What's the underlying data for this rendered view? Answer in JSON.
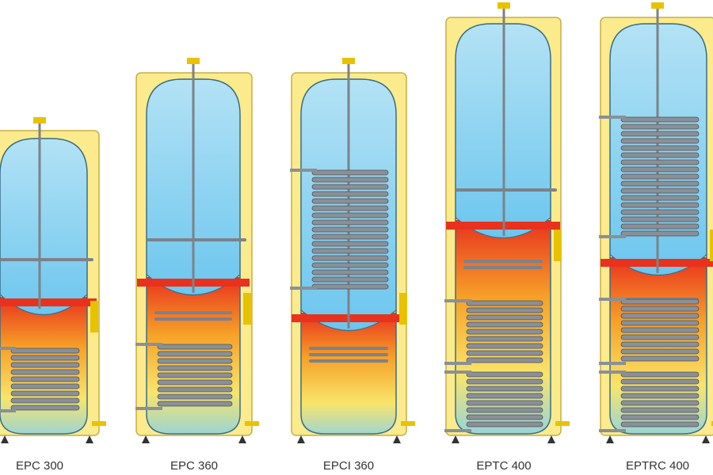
{
  "tanks": [
    {
      "label": "EPC 300"
    },
    {
      "label": "EPC 360"
    },
    {
      "label": "EPCI 360"
    },
    {
      "label": "EPTC 400"
    },
    {
      "label": "EPTRC 400"
    }
  ],
  "colors": {
    "casing": "#fbeb8c",
    "casing_stroke": "#c7ae45",
    "water_top": "#b3e2f5",
    "water_mid": "#6cc6ee",
    "hot": "#e8321e",
    "warm": "#f7a128",
    "mild": "#f8e56a",
    "coil": "#8a9097"
  }
}
